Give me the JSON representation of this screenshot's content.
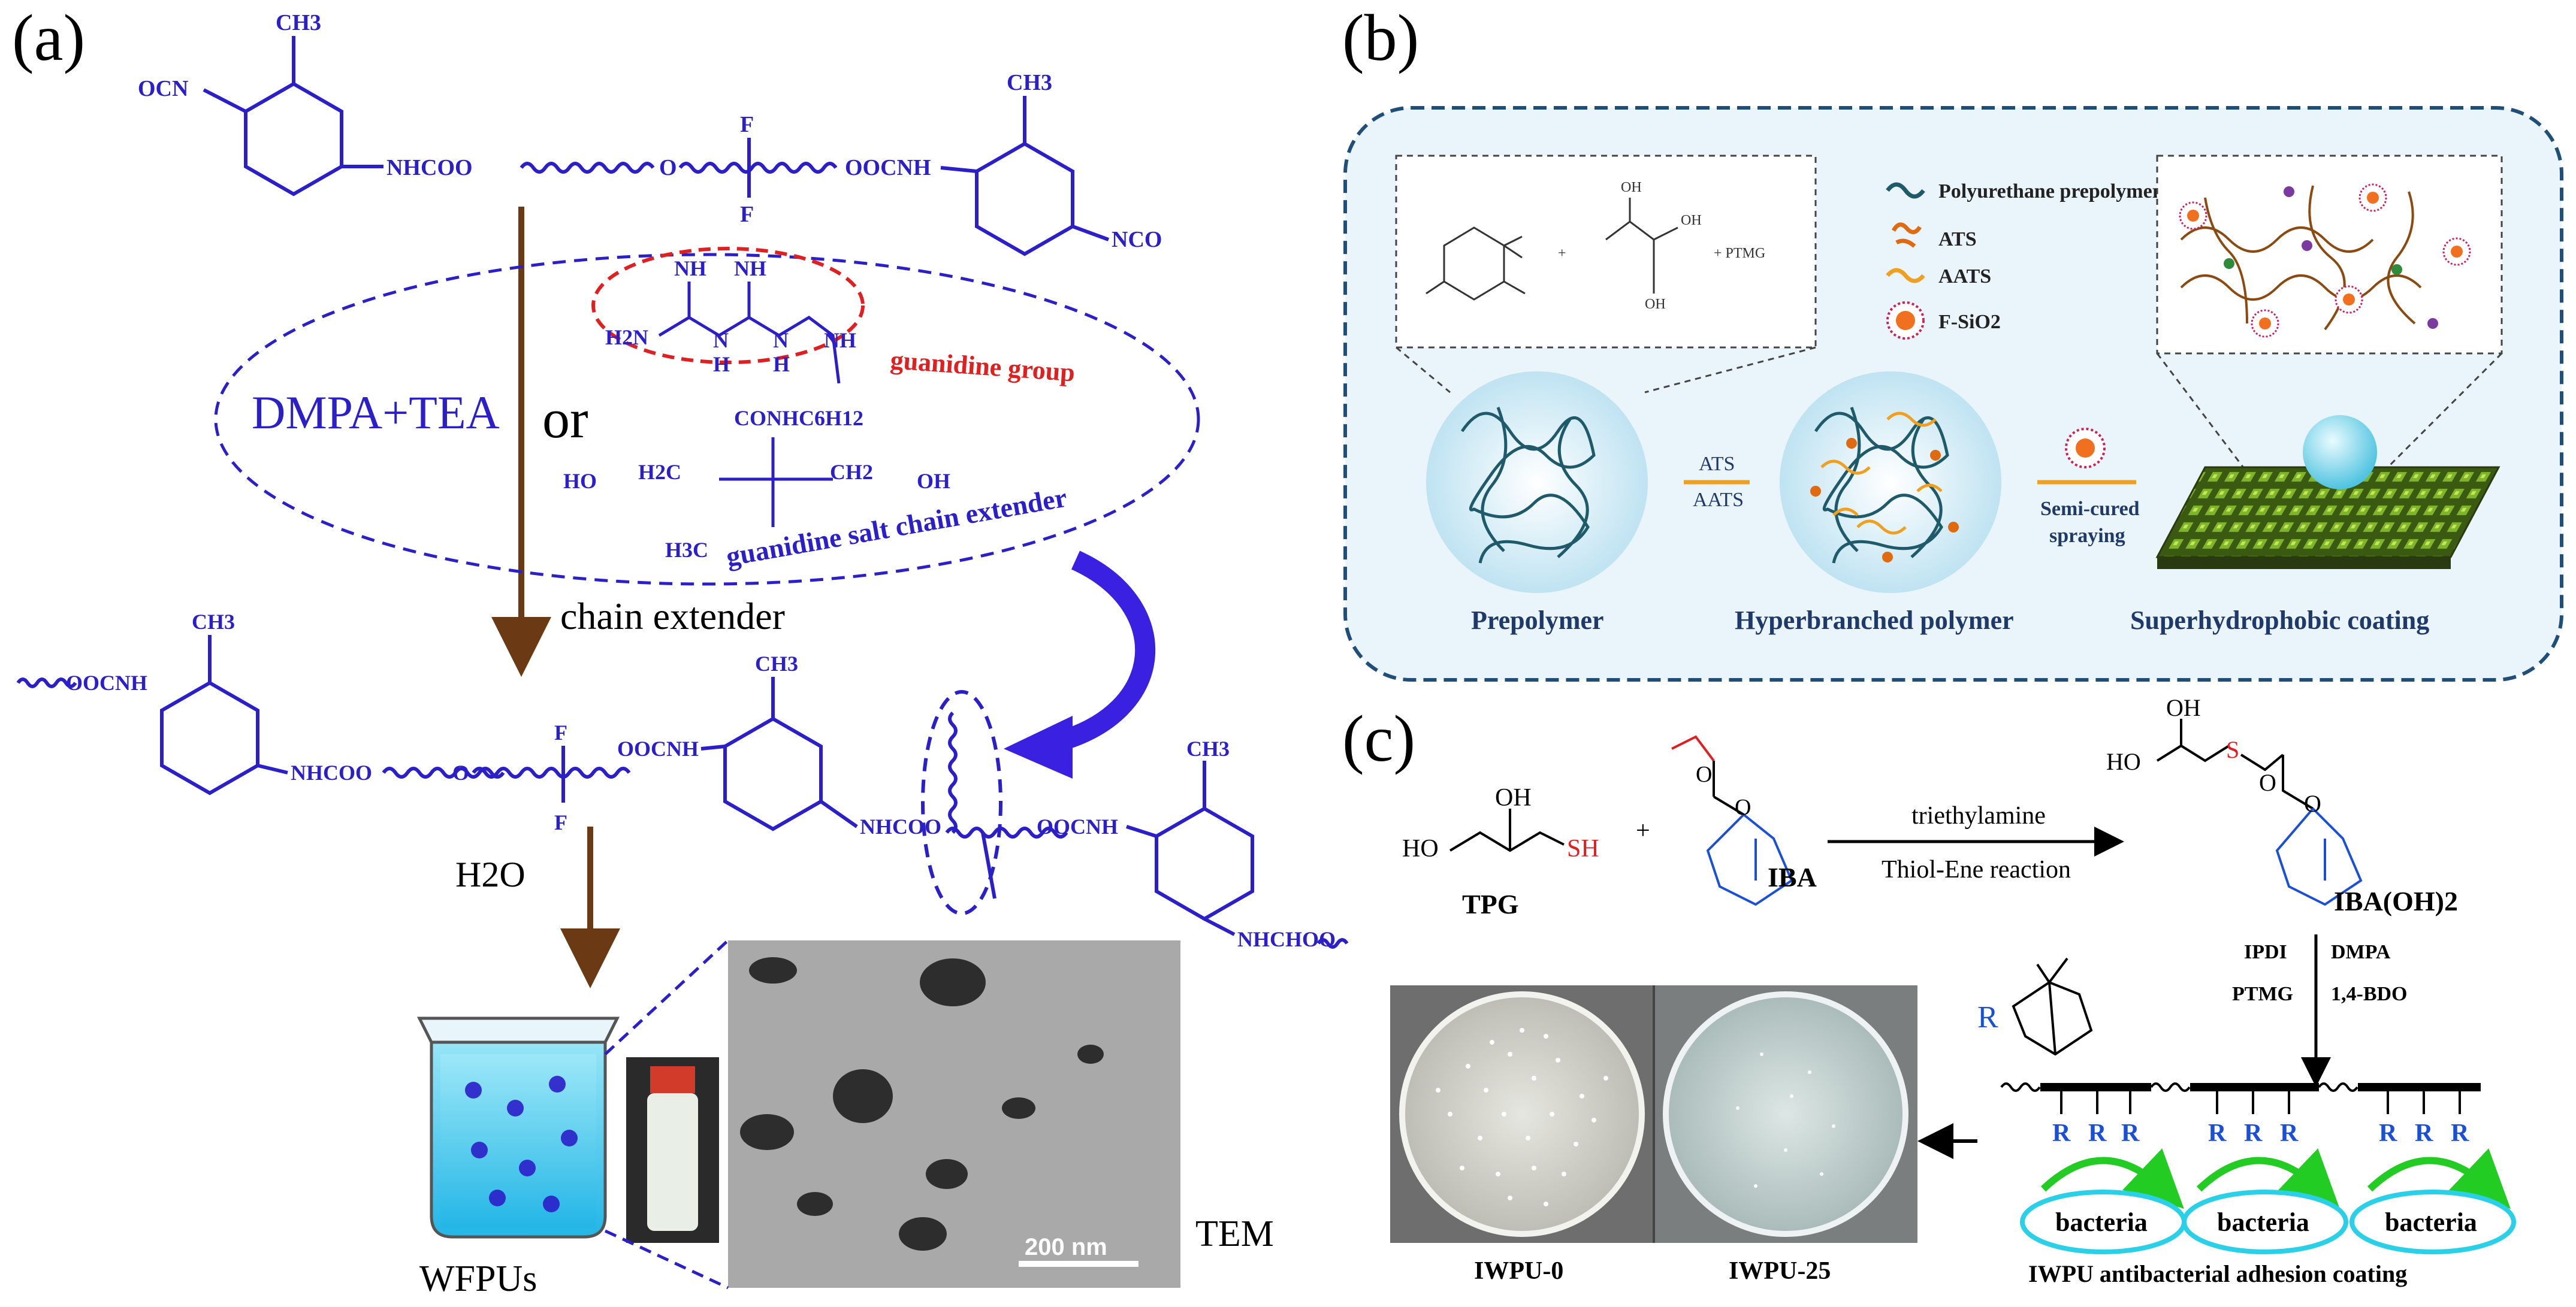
{
  "panel_labels": {
    "a": "(a)",
    "b": "(b)",
    "c": "(c)"
  },
  "colors": {
    "chem_blue": "#2b1fc9",
    "brown_arrow": "#6b3a14",
    "red_accent": "#e02020",
    "panel_b_border": "#1f4e79",
    "panel_b_bg": "#eaf4fb",
    "cyan": "#2ad0e8",
    "green_arrow": "#22cc22"
  },
  "panel_a": {
    "top_molecule": {
      "ch3_a": "CH3",
      "nco_a": "OCN",
      "nhcoo": "NHCOO",
      "o": "O",
      "f1": "F",
      "f2": "F",
      "oocnh": "OOCNH",
      "ch3_b": "CH3",
      "nco_b": "NCO"
    },
    "dmpa_tea": "DMPA+TEA",
    "or": "or",
    "guanidine": {
      "nh1": "NH",
      "nh2": "NH",
      "h2n": "H2N",
      "n1": "N",
      "h1": "H",
      "n2": "N",
      "h2": "H",
      "nh3": "NH",
      "group_label": "guanidine group",
      "conh": "CONHC6H12",
      "ho": "HO",
      "h2c": "H2C",
      "ch2": "CH2",
      "oh": "OH",
      "h3c": "H3C",
      "chain_label": "guanidine salt chain extender"
    },
    "chain_extender": "chain extender",
    "product": {
      "oocnh_left": "OOCNH",
      "ch3_a": "CH3",
      "nhcoo_a": "NHCOO",
      "o": "O",
      "f1": "F",
      "f2": "F",
      "oocnh_a": "OOCNH",
      "ch3_b": "CH3",
      "nhcoo_b": "NHCOO",
      "oocnh_b": "OOCNH",
      "ch3_c": "CH3",
      "nhchoo": "NHCHOO"
    },
    "h2o": "H2O",
    "wfpus": "WFPUs",
    "tem": "TEM",
    "scale_bar": "200 nm"
  },
  "panel_b": {
    "legend": {
      "prepolymer": "Polyurethane prepolymer",
      "ats": "ATS",
      "aats": "AATS",
      "fsio2": "F-SiO2"
    },
    "inset": {
      "plus1": "+",
      "plus2": "+ PTMG",
      "oh1": "OH",
      "oh2": "OH",
      "oh3": "OH"
    },
    "arrow1": {
      "top": "ATS",
      "bottom": "AATS"
    },
    "arrow2": {
      "top": "Semi-cured",
      "bottom": "spraying"
    },
    "labels": {
      "prepolymer": "Prepolymer",
      "hyperbranched": "Hyperbranched polymer",
      "coating": "Superhydrophobic coating"
    }
  },
  "panel_c": {
    "tpg": {
      "ho": "HO",
      "oh": "OH",
      "sh": "SH",
      "label": "TPG"
    },
    "plus": "+",
    "iba": {
      "o1": "O",
      "o2": "O",
      "label": "IBA"
    },
    "reaction": {
      "top": "triethylamine",
      "bottom": "Thiol-Ene reaction"
    },
    "product": {
      "ho": "HO",
      "oh": "OH",
      "s": "S",
      "o1": "O",
      "o2": "O",
      "label": "IBA(OH)2"
    },
    "reagents": {
      "ipdi": "IPDI",
      "ptmg": "PTMG",
      "dmpa": "DMPA",
      "bdo": "1,4-BDO"
    },
    "r": "R",
    "r_groups": [
      "R",
      "R",
      "R",
      "R",
      "R",
      "R",
      "R",
      "R",
      "R"
    ],
    "bacteria": [
      "bacteria",
      "bacteria",
      "bacteria"
    ],
    "plate_labels": [
      "IWPU-0",
      "IWPU-25"
    ],
    "coating_label": "IWPU antibacterial adhesion coating"
  }
}
